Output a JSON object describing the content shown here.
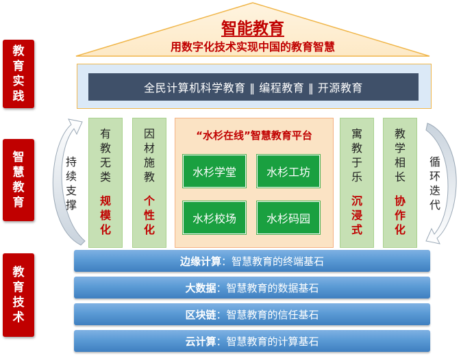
{
  "side_labels": {
    "practice": "教育实践",
    "smart": "智慧教育",
    "tech": "教育技术"
  },
  "roof": {
    "title": "智能教育",
    "subtitle": "用数字化技术实现中国的教育智慧"
  },
  "practice_band": {
    "text": "全民计算机科学教育 ‖ 编程教育 ‖ 开源教育"
  },
  "pillars": [
    {
      "top": "有教无类",
      "bottom": "规模化"
    },
    {
      "top": "因材施教",
      "bottom": "个性化"
    },
    {
      "top": "寓教于乐",
      "bottom": "沉浸式"
    },
    {
      "top": "教学相长",
      "bottom": "协作化"
    }
  ],
  "platform": {
    "title": "“水杉在线”智慧教育平台",
    "modules": [
      "水杉学堂",
      "水杉工坊",
      "水杉校场",
      "水杉码园"
    ]
  },
  "arrows": {
    "left": "持续支撑",
    "right": "循环迭代"
  },
  "tech_bars": [
    {
      "name": "边缘计算",
      "desc": "：智慧教育的终端基石"
    },
    {
      "name": "大数据",
      "desc": "：智慧教育的数据基石"
    },
    {
      "name": "区块链",
      "desc": "：智慧教育的信任基石"
    },
    {
      "name": "云计算",
      "desc": "：智慧教育的计算基石"
    }
  ],
  "colors": {
    "accent_red": "#c00000",
    "pillar_green": "#c6e0b4",
    "module_green": "#1aa040",
    "tech_blue": "#5b9bd5",
    "band_dark": "#3f5069"
  }
}
